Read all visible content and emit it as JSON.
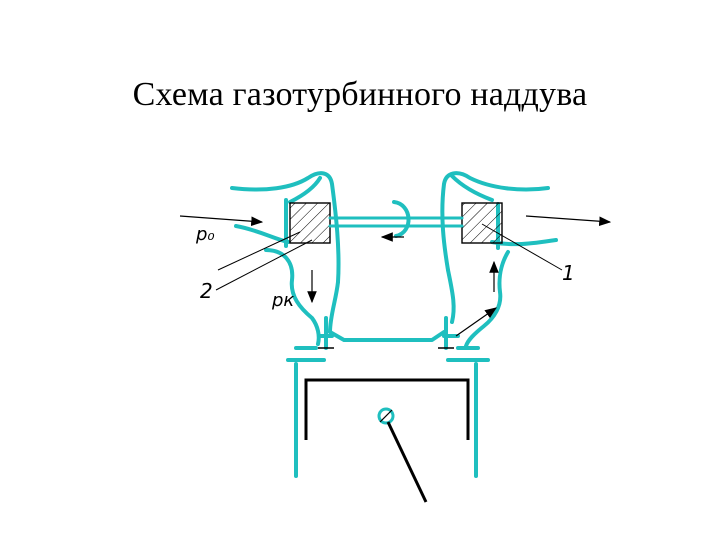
{
  "slide": {
    "title": "Схема газотурбинного наддува"
  },
  "diagram": {
    "labels": {
      "p0": "p₀",
      "pk": "pк",
      "one": "1",
      "two": "2"
    },
    "colors": {
      "outline": "#1fbfbf",
      "line": "#000000",
      "hatch": "#000000",
      "background": "#ffffff"
    }
  }
}
